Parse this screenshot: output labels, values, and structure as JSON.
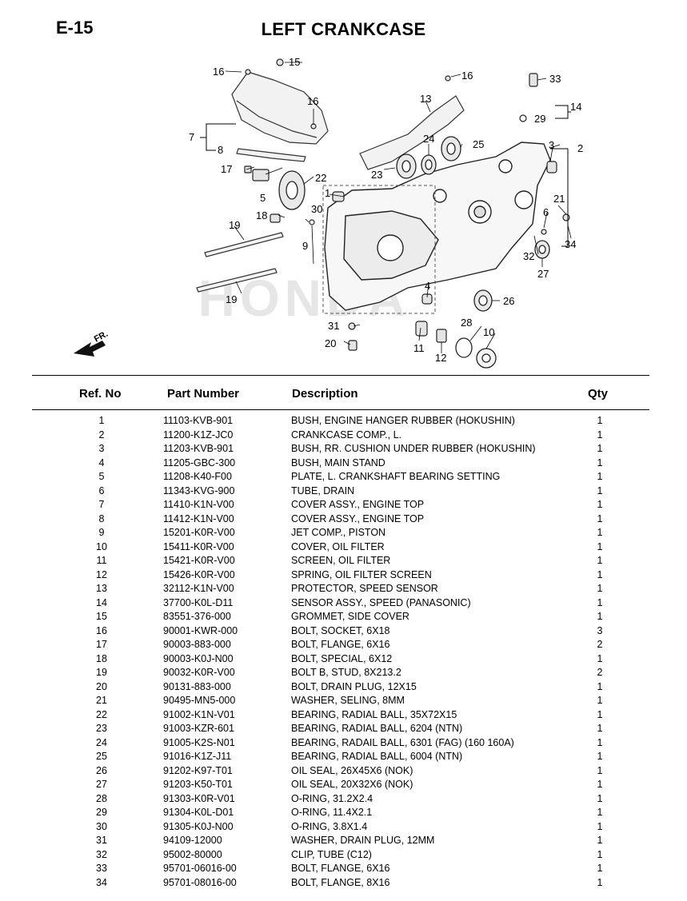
{
  "header": {
    "page_code": "E-15",
    "title": "LEFT CRANKCASE"
  },
  "diagram": {
    "watermark": "HONDA",
    "front_indicator": "FR.",
    "callouts": [
      "1",
      "2",
      "3",
      "4",
      "5",
      "6",
      "7",
      "8",
      "9",
      "10",
      "11",
      "12",
      "13",
      "14",
      "15",
      "16",
      "16",
      "16",
      "17",
      "18",
      "19",
      "19",
      "20",
      "21",
      "22",
      "23",
      "24",
      "25",
      "26",
      "27",
      "28",
      "29",
      "30",
      "31",
      "32",
      "33",
      "34"
    ]
  },
  "table": {
    "headers": {
      "ref": "Ref. No",
      "part": "Part Number",
      "desc": "Description",
      "qty": "Qty"
    },
    "rows": [
      {
        "ref": "1",
        "part": "11103-KVB-901",
        "desc": "BUSH, ENGINE HANGER RUBBER (HOKUSHIN)",
        "qty": "1"
      },
      {
        "ref": "2",
        "part": "11200-K1Z-JC0",
        "desc": "CRANKCASE COMP., L.",
        "qty": "1"
      },
      {
        "ref": "3",
        "part": "11203-KVB-901",
        "desc": "BUSH, RR. CUSHION UNDER RUBBER (HOKUSHIN)",
        "qty": "1"
      },
      {
        "ref": "4",
        "part": "11205-GBC-300",
        "desc": "BUSH, MAIN STAND",
        "qty": "1"
      },
      {
        "ref": "5",
        "part": "11208-K40-F00",
        "desc": "PLATE, L. CRANKSHAFT BEARING SETTING",
        "qty": "1"
      },
      {
        "ref": "6",
        "part": "11343-KVG-900",
        "desc": "TUBE, DRAIN",
        "qty": "1"
      },
      {
        "ref": "7",
        "part": "11410-K1N-V00",
        "desc": "COVER ASSY., ENGINE TOP",
        "qty": "1"
      },
      {
        "ref": "8",
        "part": "11412-K1N-V00",
        "desc": "COVER ASSY., ENGINE TOP",
        "qty": "1"
      },
      {
        "ref": "9",
        "part": "15201-K0R-V00",
        "desc": "JET COMP., PISTON",
        "qty": "1"
      },
      {
        "ref": "10",
        "part": "15411-K0R-V00",
        "desc": "COVER, OIL FILTER",
        "qty": "1"
      },
      {
        "ref": "11",
        "part": "15421-K0R-V00",
        "desc": "SCREEN, OIL FILTER",
        "qty": "1"
      },
      {
        "ref": "12",
        "part": "15426-K0R-V00",
        "desc": "SPRING, OIL FILTER SCREEN",
        "qty": "1"
      },
      {
        "ref": "13",
        "part": "32112-K1N-V00",
        "desc": "PROTECTOR, SPEED SENSOR",
        "qty": "1"
      },
      {
        "ref": "14",
        "part": "37700-K0L-D11",
        "desc": "SENSOR ASSY., SPEED (PANASONIC)",
        "qty": "1"
      },
      {
        "ref": "15",
        "part": "83551-376-000",
        "desc": "GROMMET, SIDE COVER",
        "qty": "1"
      },
      {
        "ref": "16",
        "part": "90001-KWR-000",
        "desc": "BOLT, SOCKET, 6X18",
        "qty": "3"
      },
      {
        "ref": "17",
        "part": "90003-883-000",
        "desc": "BOLT, FLANGE, 6X16",
        "qty": "2"
      },
      {
        "ref": "18",
        "part": "90003-K0J-N00",
        "desc": "BOLT, SPECIAL, 6X12",
        "qty": "1"
      },
      {
        "ref": "19",
        "part": "90032-K0R-V00",
        "desc": "BOLT B, STUD, 8X213.2",
        "qty": "2"
      },
      {
        "ref": "20",
        "part": "90131-883-000",
        "desc": "BOLT, DRAIN PLUG, 12X15",
        "qty": "1"
      },
      {
        "ref": "21",
        "part": "90495-MN5-000",
        "desc": "WASHER, SELING, 8MM",
        "qty": "1"
      },
      {
        "ref": "22",
        "part": "91002-K1N-V01",
        "desc": "BEARING, RADIAL BALL, 35X72X15",
        "qty": "1"
      },
      {
        "ref": "23",
        "part": "91003-KZR-601",
        "desc": "BEARING, RADIAL BALL, 6204 (NTN)",
        "qty": "1"
      },
      {
        "ref": "24",
        "part": "91005-K2S-N01",
        "desc": "BEARING, RADAIL BALL, 6301 (FAG) (160 160A)",
        "qty": "1"
      },
      {
        "ref": "25",
        "part": "91016-K1Z-J11",
        "desc": "BEARING, RADIAL BALL, 6004 (NTN)",
        "qty": "1"
      },
      {
        "ref": "26",
        "part": "91202-K97-T01",
        "desc": "OIL SEAL, 26X45X6 (NOK)",
        "qty": "1"
      },
      {
        "ref": "27",
        "part": "91203-K50-T01",
        "desc": "OIL SEAL, 20X32X6 (NOK)",
        "qty": "1"
      },
      {
        "ref": "28",
        "part": "91303-K0R-V01",
        "desc": "O-RING, 31.2X2.4",
        "qty": "1"
      },
      {
        "ref": "29",
        "part": "91304-K0L-D01",
        "desc": "O-RING, 11.4X2.1",
        "qty": "1"
      },
      {
        "ref": "30",
        "part": "91305-K0J-N00",
        "desc": "O-RING, 3.8X1.4",
        "qty": "1"
      },
      {
        "ref": "31",
        "part": "94109-12000",
        "desc": "WASHER, DRAIN PLUG, 12MM",
        "qty": "1"
      },
      {
        "ref": "32",
        "part": "95002-80000",
        "desc": "CLIP, TUBE (C12)",
        "qty": "1"
      },
      {
        "ref": "33",
        "part": "95701-06016-00",
        "desc": "BOLT, FLANGE, 6X16",
        "qty": "1"
      },
      {
        "ref": "34",
        "part": "95701-08016-00",
        "desc": "BOLT, FLANGE, 8X16",
        "qty": "1"
      }
    ]
  }
}
